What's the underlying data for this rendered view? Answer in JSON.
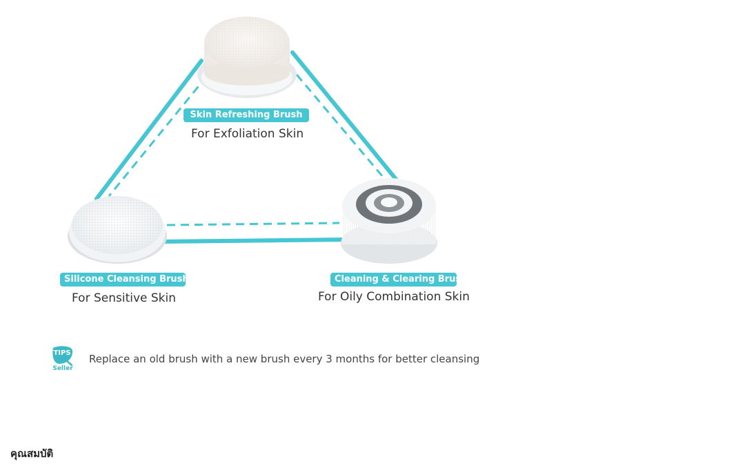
{
  "diagram": {
    "brushes": [
      {
        "tag": "Skin Refreshing Brush",
        "caption": "For Exfoliation Skin"
      },
      {
        "tag": "Silicone Cleansing Brush",
        "caption": "For Sensitive Skin"
      },
      {
        "tag": "Cleaning & Clearing Brush",
        "caption": "For Oily Combination Skin"
      }
    ],
    "accent_color": "#46c6d2"
  },
  "tip": {
    "badge_label": "TIPS",
    "badge_sub": "Seller",
    "text": "Replace an old brush with a new brush every 3 months for better cleansing"
  },
  "section": {
    "heading": "คุณสมบัติ"
  }
}
